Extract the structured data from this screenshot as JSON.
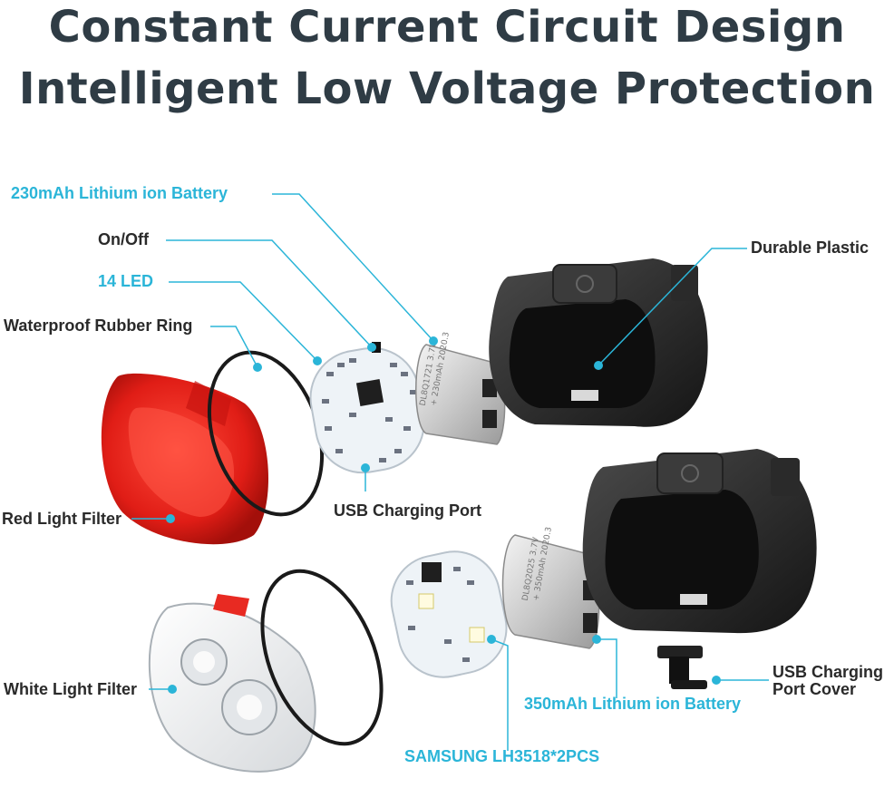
{
  "header": {
    "line1": "Constant Current Circuit Design",
    "line2": "Intelligent Low Voltage Protection"
  },
  "labels": {
    "battery_230": "230mAh Lithium ion Battery",
    "on_off": "On/Off",
    "led_14": "14 LED",
    "rubber_ring": "Waterproof Rubber Ring",
    "durable_plastic": "Durable Plastic",
    "usb_port": "USB Charging Port",
    "red_filter": "Red Light Filter",
    "white_filter": "White Light Filter",
    "battery_350": "350mAh Lithium ion Battery",
    "samsung": "SAMSUNG LH3518*2PCS",
    "usb_cover_1": "USB Charging",
    "usb_cover_2": "Port Cover"
  },
  "battery_print": {
    "top_line1": "DL8Q1721 3.7V",
    "top_line2": "+ 230mAh 2020.3",
    "bottom_line1": "DL8Q2025 3.7V",
    "bottom_line2": "+ 350mAh 2020.3"
  },
  "colors": {
    "accent_blue": "#2bb5d8",
    "title": "#2f3c45",
    "red_filter": "#e8221c"
  }
}
